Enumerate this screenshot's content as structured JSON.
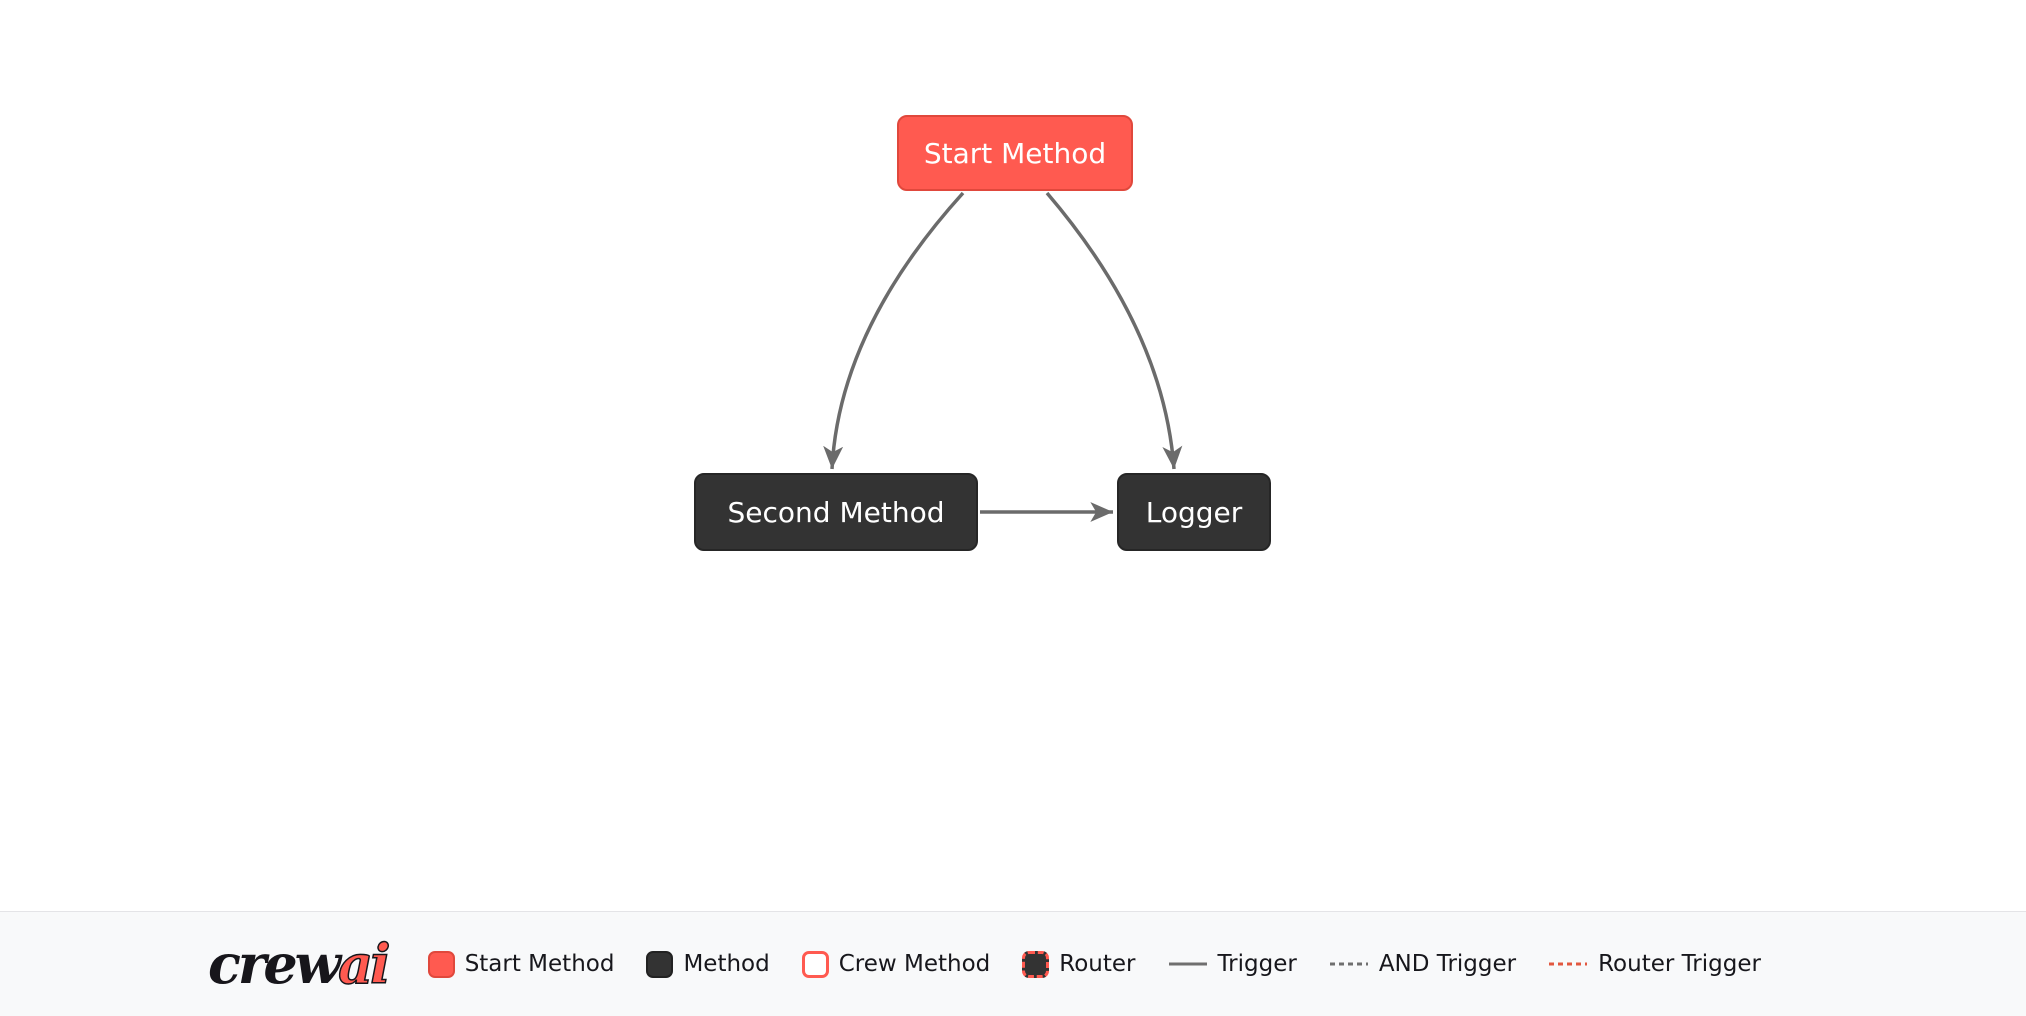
{
  "diagram": {
    "nodes": [
      {
        "label": "Start Method",
        "type": "start-method"
      },
      {
        "label": "Second Method",
        "type": "method"
      },
      {
        "label": "Logger",
        "type": "method"
      }
    ],
    "edges": [
      {
        "from": "Start Method",
        "to": "Second Method",
        "type": "trigger"
      },
      {
        "from": "Start Method",
        "to": "Logger",
        "type": "trigger"
      },
      {
        "from": "Second Method",
        "to": "Logger",
        "type": "trigger"
      }
    ]
  },
  "logo": {
    "primary": "crew",
    "accent": "ai"
  },
  "legend": {
    "items": [
      {
        "label": "Start Method",
        "swatch": "start-method-box"
      },
      {
        "label": "Method",
        "swatch": "method-box"
      },
      {
        "label": "Crew Method",
        "swatch": "crew-method-box"
      },
      {
        "label": "Router",
        "swatch": "router-box"
      },
      {
        "label": "Trigger",
        "swatch": "solid-line"
      },
      {
        "label": "AND Trigger",
        "swatch": "dashed-line"
      },
      {
        "label": "Router Trigger",
        "swatch": "red-dashed-line"
      }
    ]
  },
  "colors": {
    "start_method": "#ff5a50",
    "method": "#333333",
    "edge": "#6b6b6b",
    "trigger_line": "#6f6f6f",
    "router_trigger_line": "#e2573f",
    "footer_background": "#f8f9fa",
    "page_background": "#ffffff"
  }
}
